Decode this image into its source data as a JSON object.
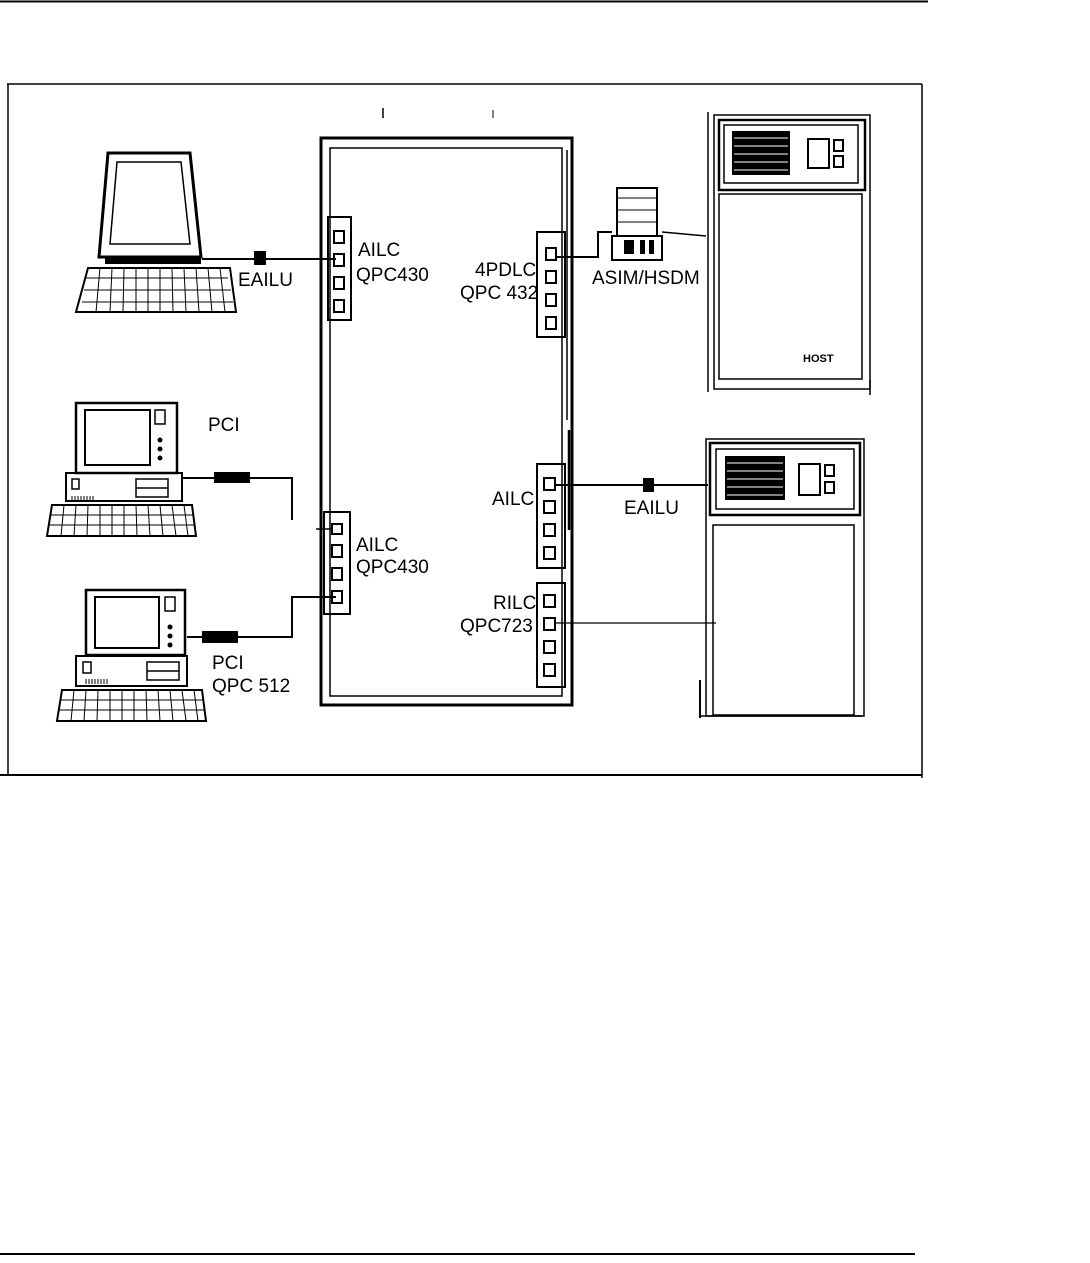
{
  "diagram": {
    "labels": {
      "eailu_left": "EAILU",
      "ailc_top_name": "AILC",
      "ailc_top_code": "QPC430",
      "pci_mid": "PCI",
      "ailc_bottom_name": "AILC",
      "ailc_bottom_code": "QPC430",
      "pci_bottom_name": "PCI",
      "pci_bottom_code": "QPC 512",
      "pdlc_name": "4PDLC",
      "pdlc_code": "QPC 432",
      "asim": "ASIM/HSDM",
      "host": "HOST",
      "ailc_right": "AILC",
      "eailu_right": "EAILU",
      "rilc_name": "RILC",
      "rilc_code": "QPC723"
    }
  },
  "colors": {
    "ink": "#000000",
    "paper": "#ffffff"
  }
}
